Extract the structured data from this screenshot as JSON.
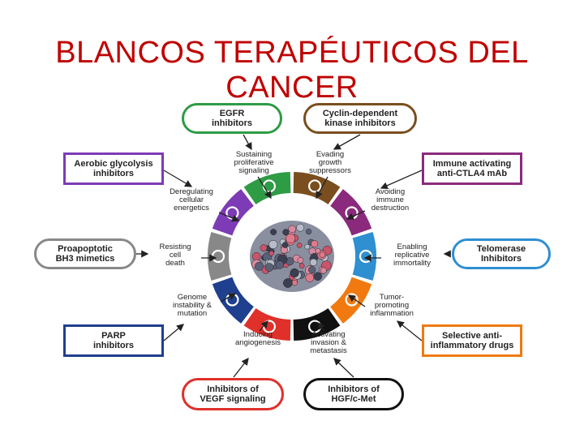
{
  "title": "BLANCOS TERAPÉUTICOS DEL CANCER",
  "colors": {
    "title": "#c00000",
    "egfr": "#2e9b45",
    "cdk": "#7a4e1e",
    "immune": "#8b2a7d",
    "telomerase": "#2e8fd1",
    "inflammatory": "#f07a10",
    "hgf": "#111111",
    "vegf": "#e0302a",
    "parp": "#1f3f8f",
    "bh3": "#888888",
    "glycolysis": "#7d3bb5"
  },
  "drugs": {
    "egfr": "EGFR\ninhibitors",
    "cdk": "Cyclin-dependent\nkinase inhibitors",
    "immune": "Immune activating\nanti-CTLA4 mAb",
    "telomerase": "Telomerase\nInhibitors",
    "inflammatory": "Selective anti-\ninflammatory drugs",
    "hgf": "Inhibitors of\nHGF/c-Met",
    "vegf": "Inhibitors of\nVEGF signaling",
    "parp": "PARP\ninhibitors",
    "bh3": "Proapoptotic\nBH3 mimetics",
    "glycolysis": "Aerobic glycolysis\ninhibitors"
  },
  "hallmarks": {
    "proliferative": "Sustaining\nproliferative\nsignaling",
    "growth": "Evading\ngrowth\nsuppressors",
    "immune": "Avoiding\nimmune\ndestruction",
    "immortality": "Enabling\nreplicative\nimmortality",
    "inflammation": "Tumor-\npromoting\ninflammation",
    "invasion": "Activating\ninvasion &\nmetastasis",
    "angiogenesis": "Inducing\nangiogenesis",
    "genome": "Genome\ninstability &\nmutation",
    "death": "Resisting\ncell\ndeath",
    "energetics": "Deregulating\ncellular\nenergetics"
  },
  "icons": [
    "arrow-up-right-icon",
    "no-entry-icon",
    "pacman-icon",
    "infinity-icon",
    "flame-icon",
    "rocket-icon",
    "blood-vessel-icon",
    "dna-icon",
    "dagger-icon",
    "atom-icon"
  ]
}
